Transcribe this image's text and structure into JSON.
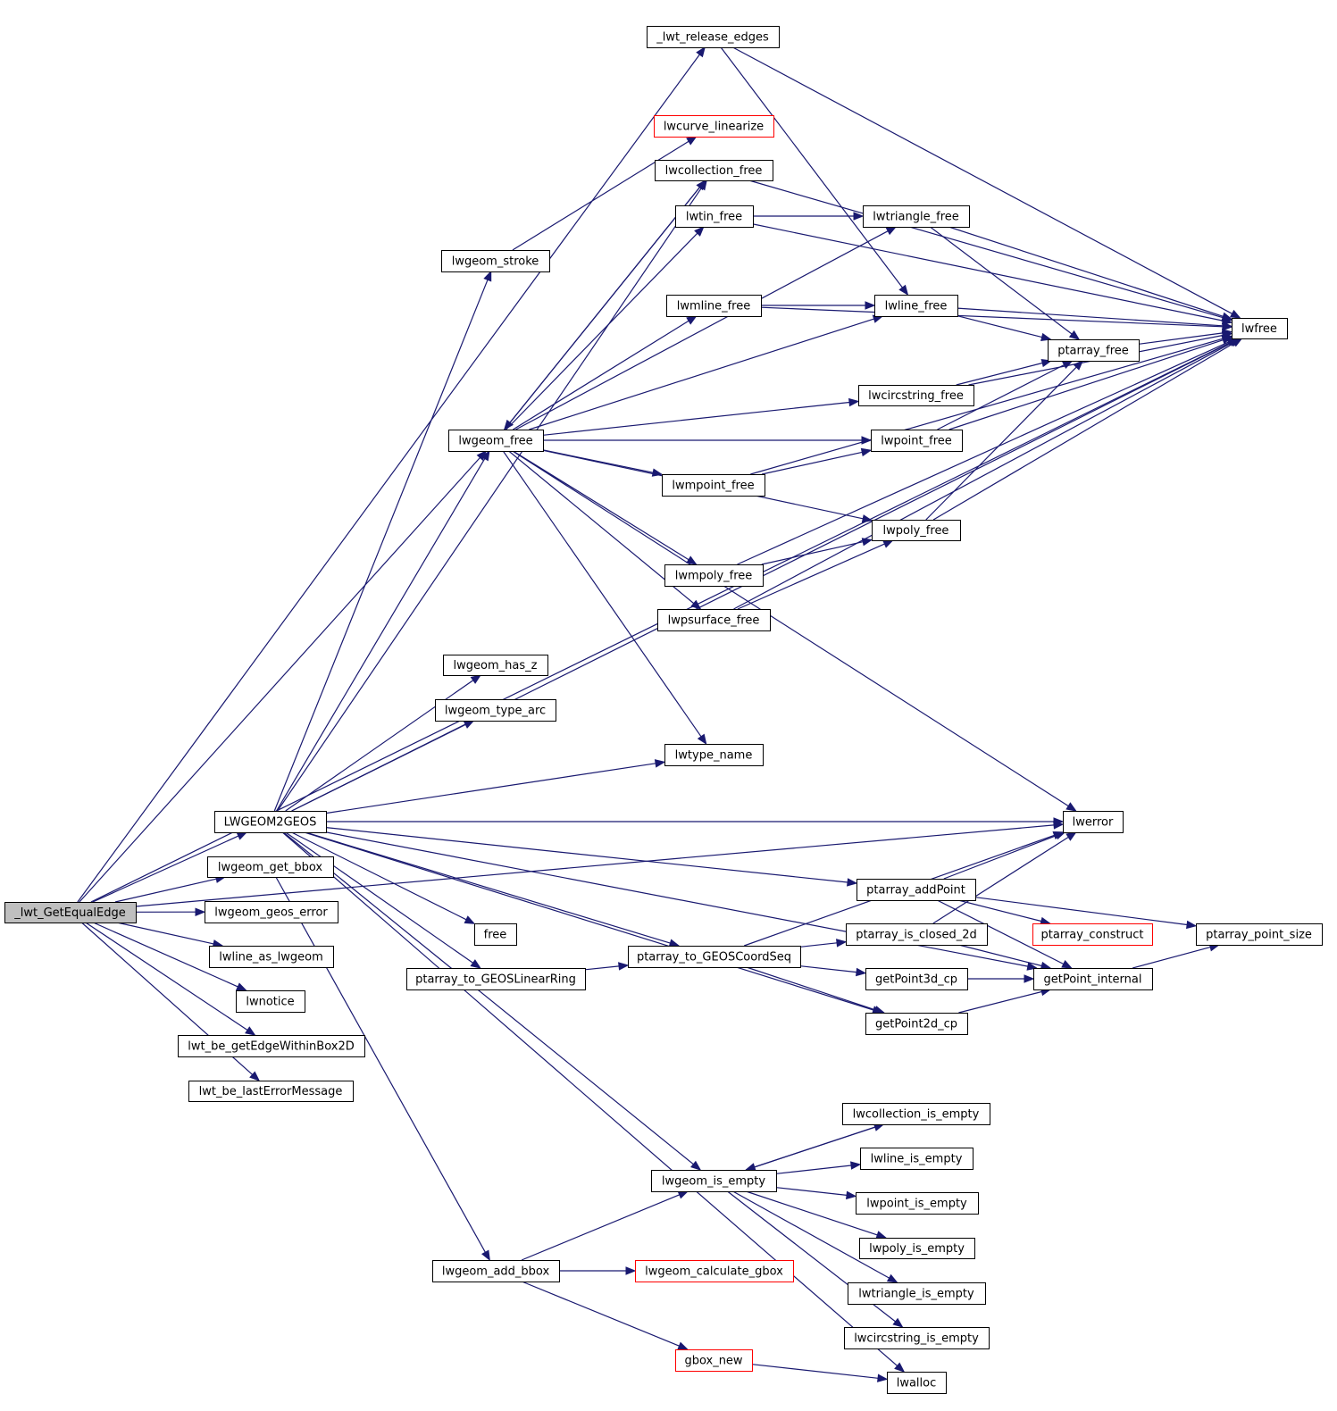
{
  "graph": {
    "nodes": [
      {
        "id": "lwt_getequaledge",
        "label": "_lwt_GetEqualEdge",
        "style": "root"
      },
      {
        "id": "lwt_release_edges",
        "label": "_lwt_release_edges",
        "style": "normal"
      },
      {
        "id": "lwfree",
        "label": "lwfree",
        "style": "normal"
      },
      {
        "id": "lwcurve_linearize",
        "label": "lwcurve_linearize",
        "style": "red"
      },
      {
        "id": "lwcollection_free",
        "label": "lwcollection_free",
        "style": "normal"
      },
      {
        "id": "lwtin_free",
        "label": "lwtin_free",
        "style": "normal"
      },
      {
        "id": "lwtriangle_free",
        "label": "lwtriangle_free",
        "style": "normal"
      },
      {
        "id": "lwgeom_stroke",
        "label": "lwgeom_stroke",
        "style": "normal"
      },
      {
        "id": "lwmline_free",
        "label": "lwmline_free",
        "style": "normal"
      },
      {
        "id": "lwline_free",
        "label": "lwline_free",
        "style": "normal"
      },
      {
        "id": "ptarray_free",
        "label": "ptarray_free",
        "style": "normal"
      },
      {
        "id": "lwcircstring_free",
        "label": "lwcircstring_free",
        "style": "normal"
      },
      {
        "id": "lwgeom_free",
        "label": "lwgeom_free",
        "style": "normal"
      },
      {
        "id": "lwpoint_free",
        "label": "lwpoint_free",
        "style": "normal"
      },
      {
        "id": "lwmpoint_free",
        "label": "lwmpoint_free",
        "style": "normal"
      },
      {
        "id": "lwpoly_free",
        "label": "lwpoly_free",
        "style": "normal"
      },
      {
        "id": "lwmpoly_free",
        "label": "lwmpoly_free",
        "style": "normal"
      },
      {
        "id": "lwpsurface_free",
        "label": "lwpsurface_free",
        "style": "normal"
      },
      {
        "id": "lwgeom_has_z",
        "label": "lwgeom_has_z",
        "style": "normal"
      },
      {
        "id": "lwgeom_type_arc",
        "label": "lwgeom_type_arc",
        "style": "normal"
      },
      {
        "id": "lwtype_name",
        "label": "lwtype_name",
        "style": "normal"
      },
      {
        "id": "lwgeom2geos",
        "label": "LWGEOM2GEOS",
        "style": "normal"
      },
      {
        "id": "lwerror",
        "label": "lwerror",
        "style": "normal"
      },
      {
        "id": "lwgeom_get_bbox",
        "label": "lwgeom_get_bbox",
        "style": "normal"
      },
      {
        "id": "ptarray_addpoint",
        "label": "ptarray_addPoint",
        "style": "normal"
      },
      {
        "id": "lwgeom_geos_error",
        "label": "lwgeom_geos_error",
        "style": "normal"
      },
      {
        "id": "free",
        "label": "free",
        "style": "normal"
      },
      {
        "id": "ptarray_is_closed_2d",
        "label": "ptarray_is_closed_2d",
        "style": "normal"
      },
      {
        "id": "ptarray_construct",
        "label": "ptarray_construct",
        "style": "red"
      },
      {
        "id": "ptarray_point_size",
        "label": "ptarray_point_size",
        "style": "normal"
      },
      {
        "id": "lwline_as_lwgeom",
        "label": "lwline_as_lwgeom",
        "style": "normal"
      },
      {
        "id": "ptarray_to_geoscoordseq",
        "label": "ptarray_to_GEOSCoordSeq",
        "style": "normal"
      },
      {
        "id": "ptarray_to_geoslinearring",
        "label": "ptarray_to_GEOSLinearRing",
        "style": "normal"
      },
      {
        "id": "getpoint3d_cp",
        "label": "getPoint3d_cp",
        "style": "normal"
      },
      {
        "id": "getpoint_internal",
        "label": "getPoint_internal",
        "style": "normal"
      },
      {
        "id": "lwnotice",
        "label": "lwnotice",
        "style": "normal"
      },
      {
        "id": "getpoint2d_cp",
        "label": "getPoint2d_cp",
        "style": "normal"
      },
      {
        "id": "lwt_be_getedgewithinbox2d",
        "label": "lwt_be_getEdgeWithinBox2D",
        "style": "normal"
      },
      {
        "id": "lwt_be_lasterrormessage",
        "label": "lwt_be_lastErrorMessage",
        "style": "normal"
      },
      {
        "id": "lwcollection_is_empty",
        "label": "lwcollection_is_empty",
        "style": "normal"
      },
      {
        "id": "lwline_is_empty",
        "label": "lwline_is_empty",
        "style": "normal"
      },
      {
        "id": "lwgeom_is_empty",
        "label": "lwgeom_is_empty",
        "style": "normal"
      },
      {
        "id": "lwpoint_is_empty",
        "label": "lwpoint_is_empty",
        "style": "normal"
      },
      {
        "id": "lwpoly_is_empty",
        "label": "lwpoly_is_empty",
        "style": "normal"
      },
      {
        "id": "lwgeom_add_bbox",
        "label": "lwgeom_add_bbox",
        "style": "normal"
      },
      {
        "id": "lwgeom_calculate_gbox",
        "label": "lwgeom_calculate_gbox",
        "style": "red"
      },
      {
        "id": "lwtriangle_is_empty",
        "label": "lwtriangle_is_empty",
        "style": "normal"
      },
      {
        "id": "lwcircstring_is_empty",
        "label": "lwcircstring_is_empty",
        "style": "normal"
      },
      {
        "id": "gbox_new",
        "label": "gbox_new",
        "style": "red"
      },
      {
        "id": "lwalloc",
        "label": "lwalloc",
        "style": "normal"
      }
    ],
    "edges": [
      [
        "lwt_getequaledge",
        "lwt_release_edges"
      ],
      [
        "lwt_getequaledge",
        "lwfree"
      ],
      [
        "lwt_getequaledge",
        "lwgeom_free"
      ],
      [
        "lwt_getequaledge",
        "lwerror"
      ],
      [
        "lwt_getequaledge",
        "lwgeom2geos"
      ],
      [
        "lwt_getequaledge",
        "lwgeom_get_bbox"
      ],
      [
        "lwt_getequaledge",
        "lwgeom_geos_error"
      ],
      [
        "lwt_getequaledge",
        "lwline_as_lwgeom"
      ],
      [
        "lwt_getequaledge",
        "lwnotice"
      ],
      [
        "lwt_getequaledge",
        "lwt_be_getedgewithinbox2d"
      ],
      [
        "lwt_getequaledge",
        "lwt_be_lasterrormessage"
      ],
      [
        "lwt_release_edges",
        "lwfree"
      ],
      [
        "lwt_release_edges",
        "lwline_free"
      ],
      [
        "lwgeom_stroke",
        "lwcurve_linearize"
      ],
      [
        "lwcollection_free",
        "lwfree"
      ],
      [
        "lwcollection_free",
        "lwgeom_free"
      ],
      [
        "lwtin_free",
        "lwtriangle_free"
      ],
      [
        "lwtin_free",
        "lwfree"
      ],
      [
        "lwtriangle_free",
        "ptarray_free"
      ],
      [
        "lwtriangle_free",
        "lwfree"
      ],
      [
        "lwmline_free",
        "lwline_free"
      ],
      [
        "lwmline_free",
        "lwfree"
      ],
      [
        "lwline_free",
        "ptarray_free"
      ],
      [
        "lwline_free",
        "lwfree"
      ],
      [
        "ptarray_free",
        "lwfree"
      ],
      [
        "lwcircstring_free",
        "ptarray_free"
      ],
      [
        "lwcircstring_free",
        "lwfree"
      ],
      [
        "lwgeom_free",
        "lwcollection_free"
      ],
      [
        "lwgeom_free",
        "lwtin_free"
      ],
      [
        "lwgeom_free",
        "lwtriangle_free"
      ],
      [
        "lwgeom_free",
        "lwmline_free"
      ],
      [
        "lwgeom_free",
        "lwline_free"
      ],
      [
        "lwgeom_free",
        "lwcircstring_free"
      ],
      [
        "lwgeom_free",
        "lwpoint_free"
      ],
      [
        "lwgeom_free",
        "lwmpoint_free"
      ],
      [
        "lwgeom_free",
        "lwpoly_free"
      ],
      [
        "lwgeom_free",
        "lwmpoly_free"
      ],
      [
        "lwgeom_free",
        "lwpsurface_free"
      ],
      [
        "lwgeom_free",
        "lwtype_name"
      ],
      [
        "lwgeom_free",
        "lwerror"
      ],
      [
        "lwpoint_free",
        "ptarray_free"
      ],
      [
        "lwpoint_free",
        "lwfree"
      ],
      [
        "lwmpoint_free",
        "lwpoint_free"
      ],
      [
        "lwmpoint_free",
        "lwfree"
      ],
      [
        "lwpoly_free",
        "ptarray_free"
      ],
      [
        "lwpoly_free",
        "lwfree"
      ],
      [
        "lwmpoly_free",
        "lwpoly_free"
      ],
      [
        "lwmpoly_free",
        "lwfree"
      ],
      [
        "lwpsurface_free",
        "lwpoly_free"
      ],
      [
        "lwpsurface_free",
        "lwfree"
      ],
      [
        "lwgeom2geos",
        "lwgeom_stroke"
      ],
      [
        "lwgeom2geos",
        "lwgeom_free"
      ],
      [
        "lwgeom2geos",
        "lwgeom_has_z"
      ],
      [
        "lwgeom2geos",
        "lwgeom_type_arc"
      ],
      [
        "lwgeom2geos",
        "lwtype_name"
      ],
      [
        "lwgeom2geos",
        "lwerror"
      ],
      [
        "lwgeom2geos",
        "ptarray_addpoint"
      ],
      [
        "lwgeom2geos",
        "free"
      ],
      [
        "lwgeom2geos",
        "ptarray_to_geoscoordseq"
      ],
      [
        "lwgeom2geos",
        "ptarray_to_geoslinearring"
      ],
      [
        "lwgeom2geos",
        "getpoint2d_cp"
      ],
      [
        "lwgeom2geos",
        "getpoint_internal"
      ],
      [
        "lwgeom2geos",
        "lwgeom_is_empty"
      ],
      [
        "lwgeom2geos",
        "lwcollection_free"
      ],
      [
        "lwgeom2geos",
        "lwfree"
      ],
      [
        "lwgeom2geos",
        "lwalloc"
      ],
      [
        "lwgeom_get_bbox",
        "lwgeom_add_bbox"
      ],
      [
        "ptarray_addpoint",
        "lwerror"
      ],
      [
        "ptarray_addpoint",
        "ptarray_construct"
      ],
      [
        "ptarray_addpoint",
        "ptarray_point_size"
      ],
      [
        "ptarray_addpoint",
        "getpoint_internal"
      ],
      [
        "ptarray_is_closed_2d",
        "lwerror"
      ],
      [
        "ptarray_is_closed_2d",
        "getpoint_internal"
      ],
      [
        "ptarray_to_geoslinearring",
        "ptarray_to_geoscoordseq"
      ],
      [
        "ptarray_to_geoscoordseq",
        "lwerror"
      ],
      [
        "ptarray_to_geoscoordseq",
        "ptarray_is_closed_2d"
      ],
      [
        "ptarray_to_geoscoordseq",
        "getpoint3d_cp"
      ],
      [
        "ptarray_to_geoscoordseq",
        "getpoint2d_cp"
      ],
      [
        "getpoint3d_cp",
        "getpoint_internal"
      ],
      [
        "getpoint2d_cp",
        "getpoint_internal"
      ],
      [
        "getpoint_internal",
        "ptarray_point_size"
      ],
      [
        "lwgeom_is_empty",
        "lwcollection_is_empty"
      ],
      [
        "lwcollection_is_empty",
        "lwgeom_is_empty"
      ],
      [
        "lwgeom_is_empty",
        "lwline_is_empty"
      ],
      [
        "lwgeom_is_empty",
        "lwpoint_is_empty"
      ],
      [
        "lwgeom_is_empty",
        "lwpoly_is_empty"
      ],
      [
        "lwgeom_is_empty",
        "lwtriangle_is_empty"
      ],
      [
        "lwgeom_is_empty",
        "lwcircstring_is_empty"
      ],
      [
        "lwgeom_add_bbox",
        "lwgeom_is_empty"
      ],
      [
        "lwgeom_add_bbox",
        "lwgeom_calculate_gbox"
      ],
      [
        "lwgeom_add_bbox",
        "gbox_new"
      ],
      [
        "gbox_new",
        "lwalloc"
      ]
    ]
  }
}
